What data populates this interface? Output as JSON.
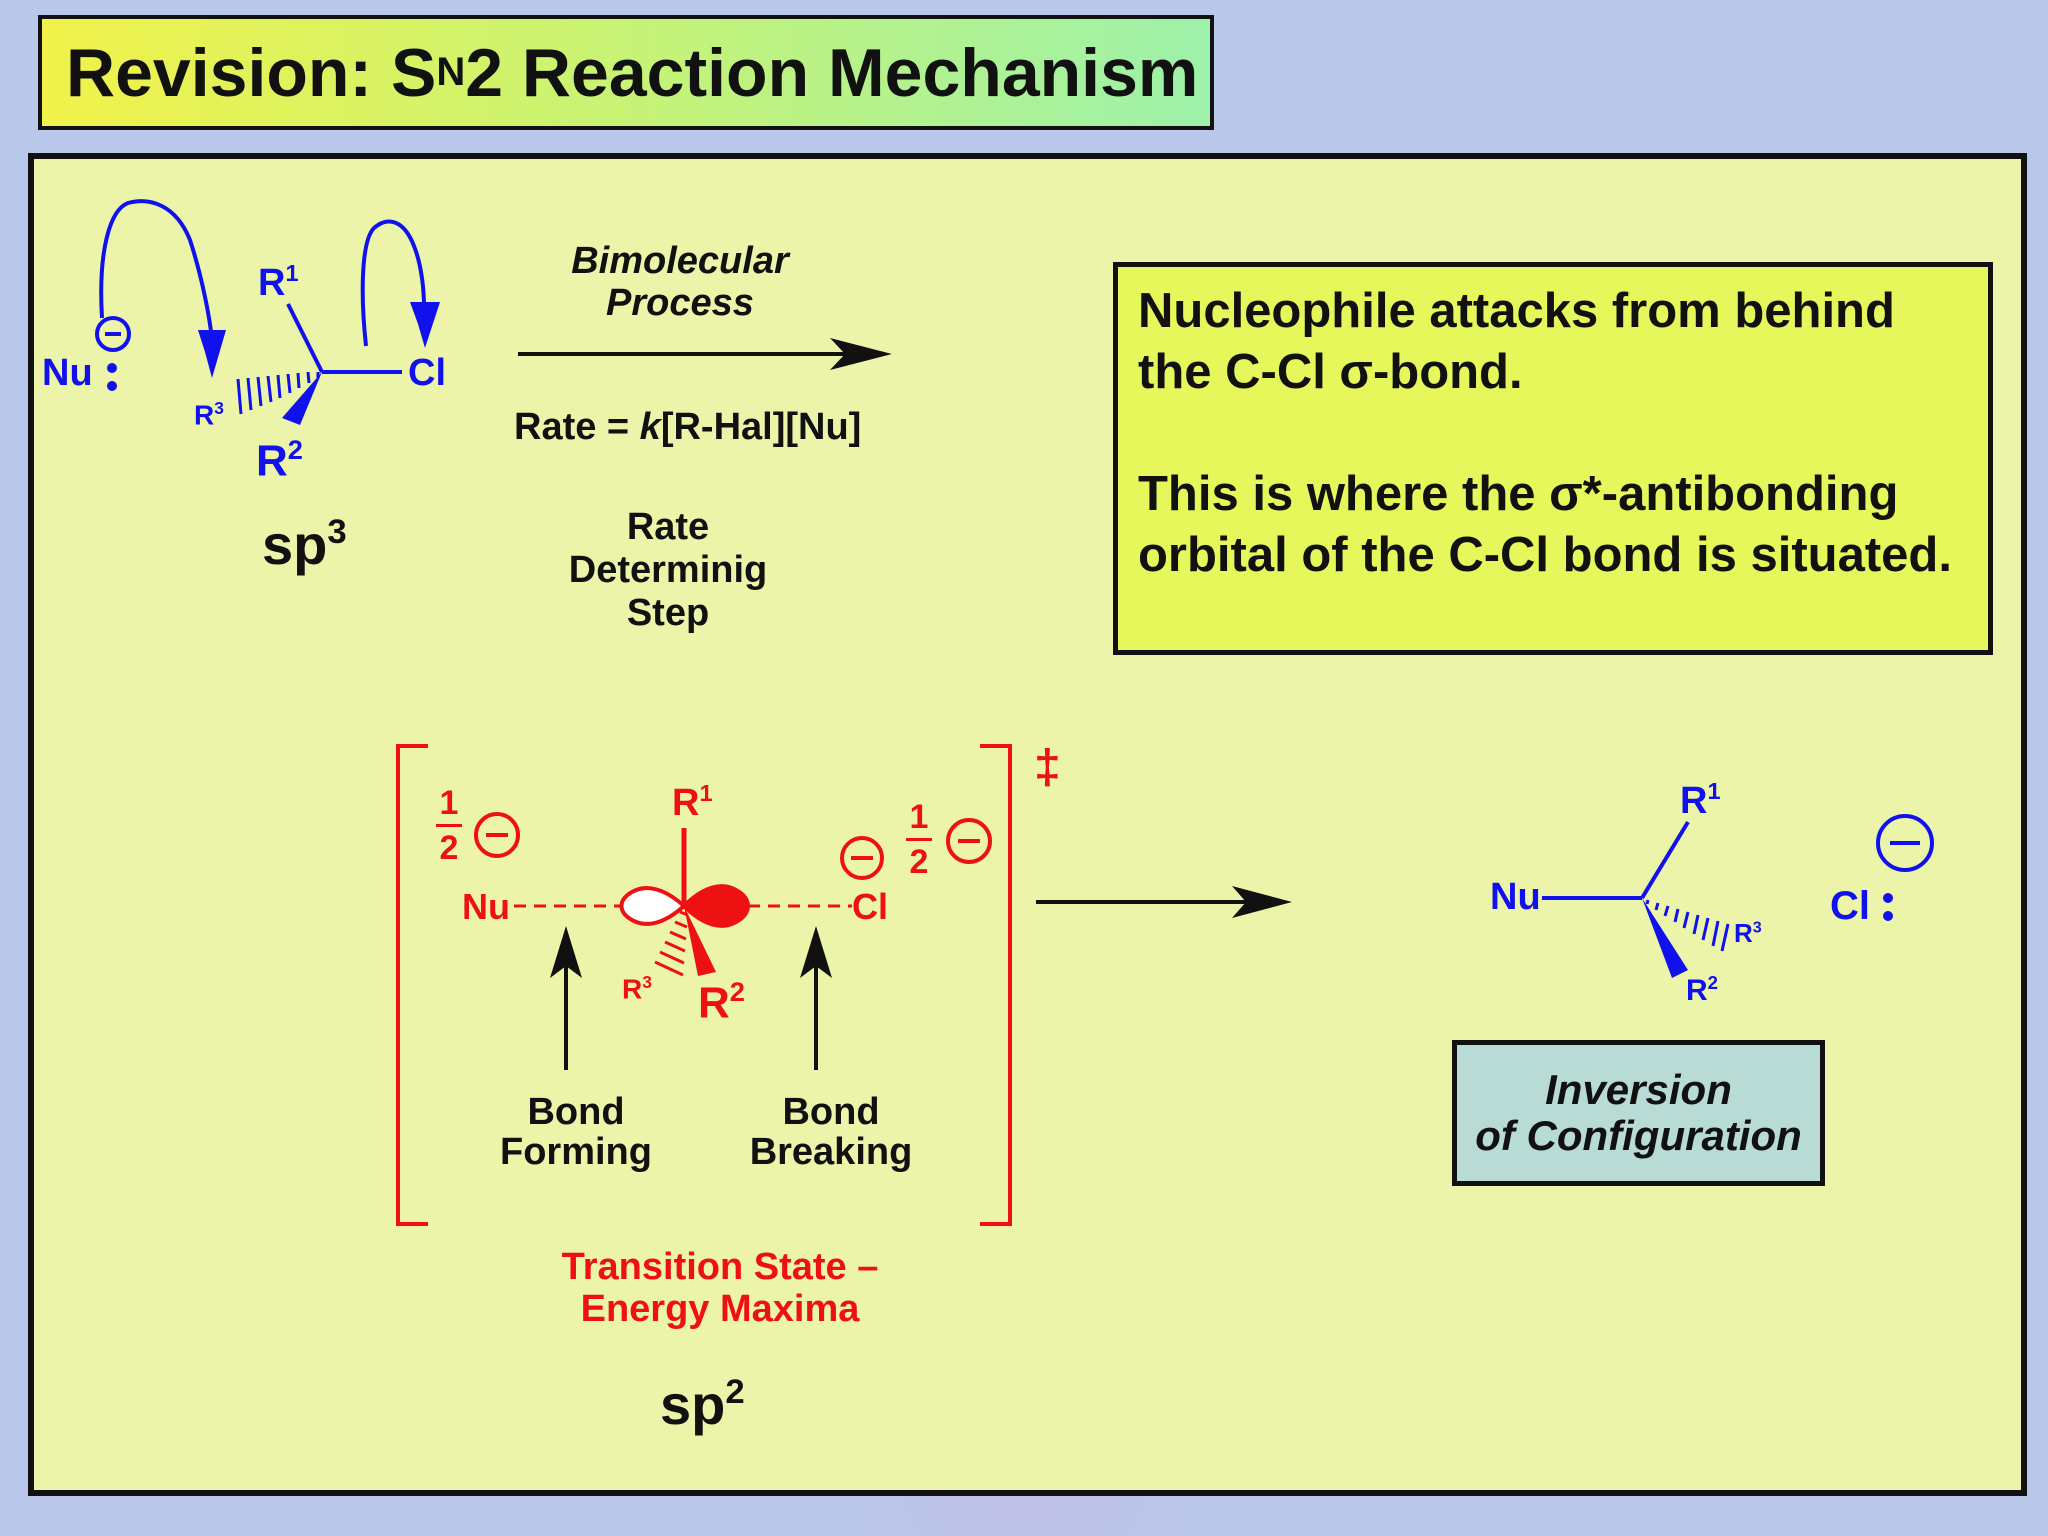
{
  "title": {
    "prefix": "Revision: S",
    "sub": "N",
    "suffix": "2 Reaction Mechanism"
  },
  "reactant": {
    "nu": "Nu",
    "r1": "R",
    "r1_sup": "1",
    "r2": "R",
    "r2_sup": "2",
    "r3": "R",
    "r3_sup": "3",
    "cl": "Cl",
    "hybrid": "sp",
    "hybrid_sup": "3"
  },
  "step1": {
    "line1": "Bimolecular",
    "line2": "Process",
    "rate_prefix": "Rate = ",
    "rate_k": "k",
    "rate_suffix": "[R-Hal][Nu]",
    "rds1": "Rate",
    "rds2": "Determinig",
    "rds3": "Step"
  },
  "info": {
    "p1": "Nucleophile attacks from behind the C-Cl σ-bond.",
    "p2": "This is where the σ*-antibonding orbital of the C-Cl bond is situated."
  },
  "ts": {
    "frac_num": "1",
    "frac_den": "2",
    "nu": "Nu",
    "cl": "Cl",
    "r1": "R",
    "r1_sup": "1",
    "r2": "R",
    "r2_sup": "2",
    "r3": "R",
    "r3_sup": "3",
    "dagger": "‡",
    "forming1": "Bond",
    "forming2": "Forming",
    "breaking1": "Bond",
    "breaking2": "Breaking",
    "label1": "Transition State –",
    "label2": "Energy Maxima",
    "hybrid": "sp",
    "hybrid_sup": "2"
  },
  "product": {
    "nu": "Nu",
    "r1": "R",
    "r1_sup": "1",
    "r2": "R",
    "r2_sup": "2",
    "r3": "R",
    "r3_sup": "3",
    "cl": "Cl",
    "inv1": "Inversion",
    "inv2": "of Configuration"
  },
  "colors": {
    "reactant": "#1111ee",
    "transition": "#ee1111",
    "text": "#111111"
  }
}
